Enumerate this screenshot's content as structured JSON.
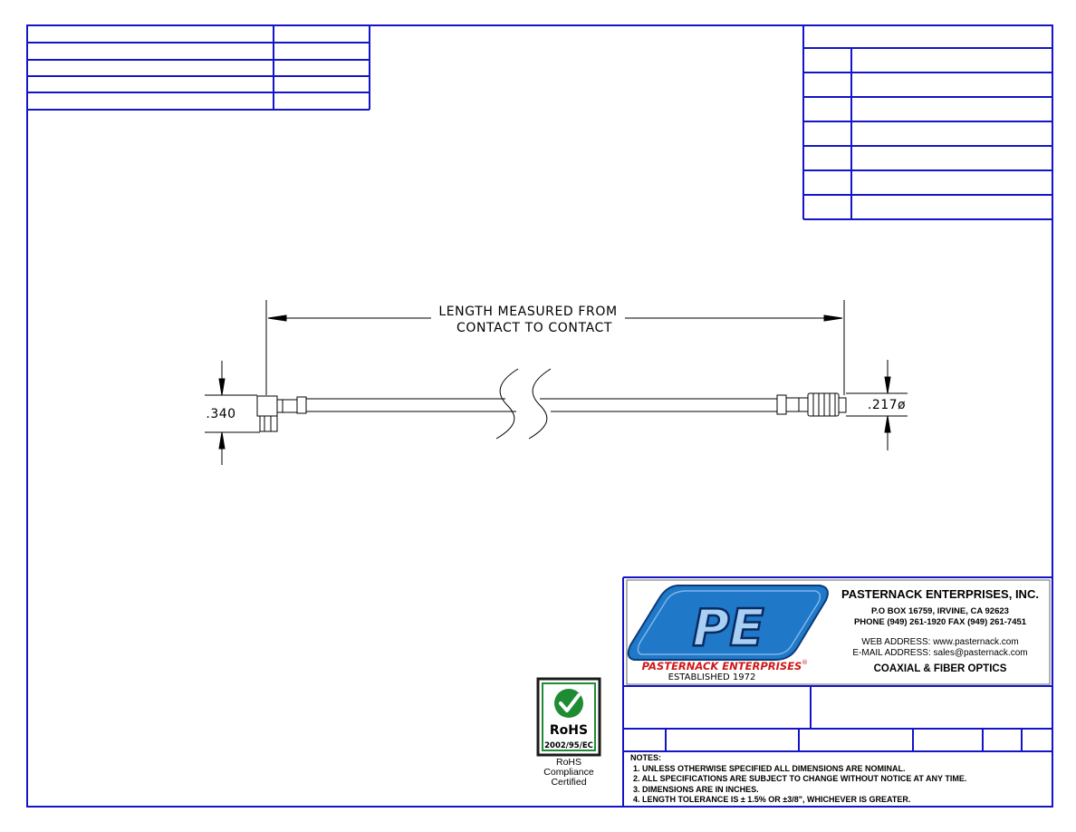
{
  "drawing": {
    "dimension_length_label_line1": "LENGTH MEASURED FROM",
    "dimension_length_label_line2": "CONTACT TO CONTACT",
    "dimension_left_height": ".340",
    "dimension_right_diameter": ".217ø"
  },
  "title_block": {
    "company_name": "PASTERNACK ENTERPRISES, INC.",
    "address": "P.O BOX 16759, IRVINE, CA 92623",
    "phone_fax": "PHONE (949) 261-1920 FAX (949) 261-7451",
    "web": "WEB ADDRESS: www.pasternack.com",
    "email": "E-MAIL ADDRESS: sales@pasternack.com",
    "tagline": "COAXIAL & FIBER OPTICS",
    "logo_text": "PE",
    "logo_wordmark": "PASTERNACK ENTERPRISES",
    "logo_registered": "®",
    "established": "ESTABLISHED 1972"
  },
  "rohs": {
    "badge_title": "RoHS",
    "directive": "2002/95/EC",
    "caption_line1": "RoHS",
    "caption_line2": "Compliance",
    "caption_line3": "Certified"
  },
  "notes": {
    "heading": "NOTES:",
    "items": [
      "1.  UNLESS OTHERWISE SPECIFIED ALL DIMENSIONS ARE NOMINAL.",
      "2.  ALL SPECIFICATIONS ARE SUBJECT TO CHANGE WITHOUT NOTICE AT ANY TIME.",
      "3.  DIMENSIONS ARE IN INCHES.",
      "4.  LENGTH TOLERANCE IS ± 1.5% OR ±3/8\", WHICHEVER IS GREATER."
    ]
  },
  "colors": {
    "border": "#1515c8",
    "logo_blue": "#1f78c8",
    "logo_red": "#d01818",
    "rohs_green": "#1e8c32"
  }
}
